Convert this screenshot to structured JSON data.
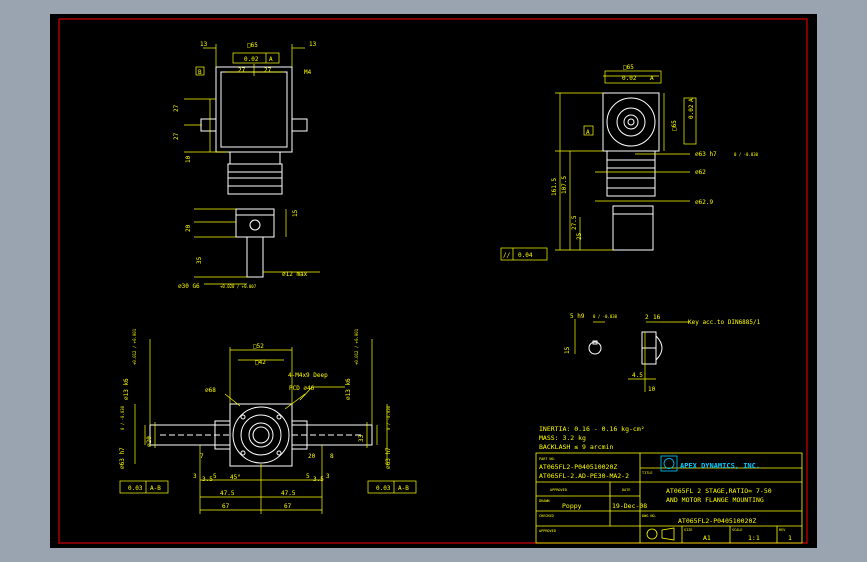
{
  "colors": {
    "background": "#000000",
    "outline": "#ffffff",
    "dimension": "#ffff00",
    "border": "#ff0000",
    "logo": "#00c8ff",
    "frame": "#9aa3b0"
  },
  "view_top": {
    "dims": {
      "d13_left": "13",
      "d13_right": "13",
      "sq65": "□65",
      "tol": "0.02",
      "datum_a": "A",
      "d27_left": "27",
      "d27_right": "27",
      "datum_b": "B",
      "m4": "M4",
      "v27_a": "27",
      "v27_b": "27",
      "v10": "10",
      "v15": "15",
      "v20": "20",
      "v35": "35",
      "d12": "⌀12 max",
      "d30": "⌀30 G6",
      "fit30": "+0.020 / +0.007"
    }
  },
  "view_right": {
    "dims": {
      "sq65": "□65",
      "tol_a": "0.02",
      "datum_a": "A",
      "tol_b": "0.02",
      "datum_b": "A",
      "sq65_side": "□65",
      "d63": "⌀63 h7",
      "d63_fit": "0 / -0.030",
      "d62": "⌀62",
      "d629": "⌀62.9",
      "v1615": "161.5",
      "v1075": "107.5",
      "v275": "27.5",
      "v25": "25",
      "datum": "A",
      "flat": "0.04"
    }
  },
  "view_key": {
    "dims": {
      "k5": "5 h9",
      "k5fit": "0 / -0.030",
      "k15": "15",
      "k2": "2",
      "k16": "16",
      "keytext": "Key acc.to DIN6885/1",
      "k45": "4.5",
      "k10": "10"
    }
  },
  "view_front": {
    "dims": {
      "sq52": "□52",
      "sq42": "□42",
      "m4": "4-M4x9 Deep",
      "pcd": "PCD ⌀46",
      "d68": "⌀68",
      "d13_left": "⌀13 k6",
      "d13_left_fit": "+0.012 / +0.001",
      "d13_right": "⌀13 k6",
      "d13_right_fit": "+0.012 / +0.001",
      "d63_left": "⌀63 h7",
      "d63_right": "⌀63 h7",
      "fit_left": "0 / -0.030",
      "fit_right": "0 / -0.030",
      "d20": "⌀20",
      "d33": "33",
      "ang45": "45°",
      "d475l": "47.5",
      "d475r": "47.5",
      "d67l": "67",
      "d67r": "67",
      "d3_l": "3",
      "d3_r": "3",
      "d5_l": "5",
      "d5_r": "5",
      "d35_l": "3.5",
      "d35_r": "3.5",
      "tol_l": "0.03",
      "tol_r": "0.03",
      "datum_l": "A-B",
      "datum_r": "A-B",
      "d7": "7",
      "d20s": "20",
      "d8": "8"
    }
  },
  "specs": {
    "inertia": "INERTIA: 0.16 - 0.16 kg-cm²",
    "mass": "MASS: 3.2 kg",
    "backlash": "BACKLASH ≤ 9 arcmin"
  },
  "title_block": {
    "part_label": "PART NO.",
    "part_no_1": "AT065FL2-P040510020Z",
    "part_no_2": "AT065FL-2.AD-PE30-MA2-2",
    "company": "APEX DYNAMICS, INC.",
    "approved_label": "APPROVED",
    "date_label": "DATE",
    "drawn_label": "DRAWN",
    "drawn_by": "Poppy",
    "drawn_date": "19-Dec-08",
    "checked_label": "CHECKED",
    "title_label": "TITLE",
    "title_1": "AT065FL 2 STAGE,RATIO= 7-50",
    "title_2": "AND MOTOR FLANGE MOUNTING",
    "dwg_label": "DWG NO.",
    "dwg_no": "AT065FL2-P040510020Z",
    "approved2_label": "APPROVED",
    "size_label": "SIZE",
    "size": "A1",
    "scale_label": "SCALE",
    "scale": "1:1",
    "rev_label": "REV",
    "rev": "1"
  }
}
